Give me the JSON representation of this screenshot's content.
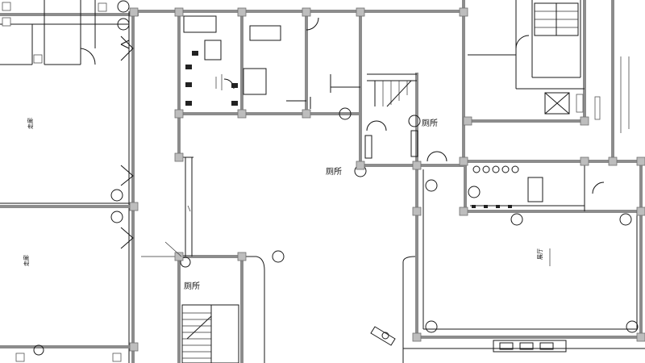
{
  "labels": {
    "hallway_left_upper": "走廊",
    "hallway_left_lower": "走廊",
    "restroom_a": "厕所",
    "restroom_b": "厕所",
    "restroom_c": "厕所",
    "hall_large": "展厅"
  },
  "colors": {
    "wall": "#8c8c8c",
    "column": "#bdbdbd",
    "line": "#1a1a1a",
    "background": "#ffffff"
  },
  "icons": [
    "fire-hydrant-icon",
    "door-swing-icon",
    "stair-icon",
    "toilet-icon"
  ]
}
